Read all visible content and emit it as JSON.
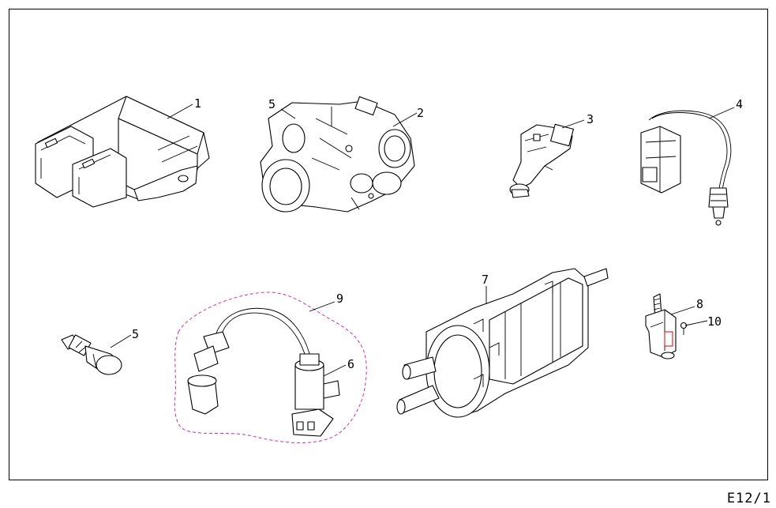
{
  "diagram": {
    "page_code": "E12/1",
    "callouts": [
      "1",
      "2",
      "3",
      "4",
      "5",
      "5",
      "6",
      "7",
      "8",
      "9",
      "10"
    ],
    "colors": {
      "line": "#000000",
      "group_outline": "#c8329b",
      "highlight": "#d40000"
    }
  }
}
